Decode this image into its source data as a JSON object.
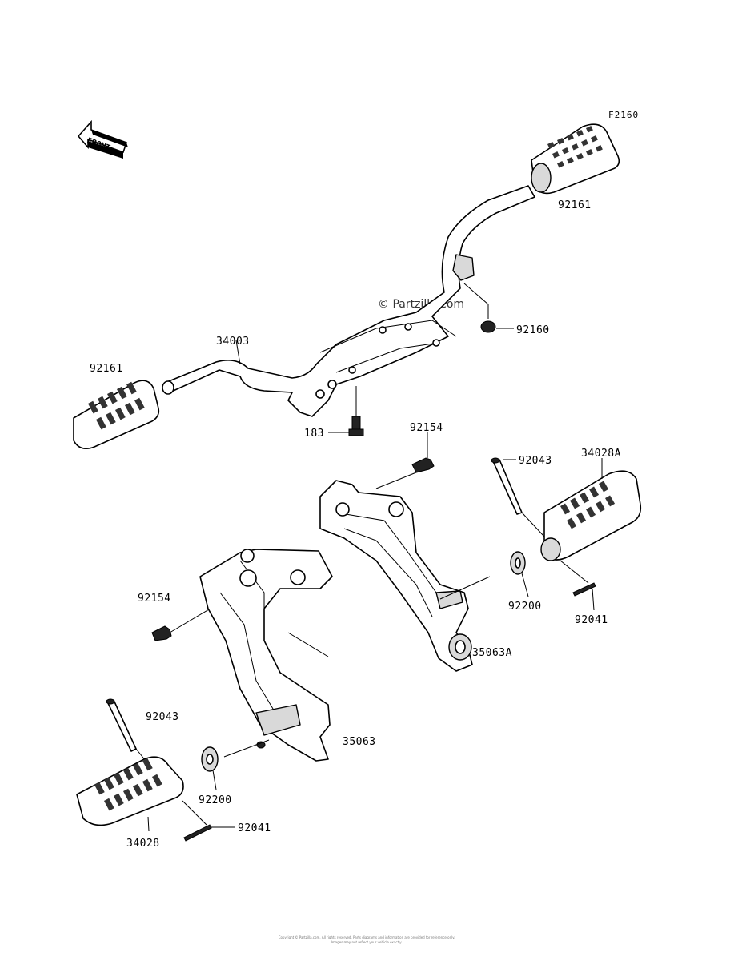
{
  "diagram_code": "F2160",
  "watermark": "© Partzilla.com",
  "front_arrow_label": "FRONT",
  "parts": {
    "step_right": "92161",
    "step_left": "92161",
    "bar": "34003",
    "rubber_damper": "92160",
    "bolt_183": "183",
    "bolt_upper": "92154",
    "bolt_lower": "92154",
    "pin_right": "92043",
    "pin_left": "92043",
    "step_assy_right": "34028A",
    "step_assy_left": "34028",
    "washer_right": "92200",
    "washer_left": "92200",
    "cotter_right": "92041",
    "cotter_left": "92041",
    "bracket_right": "35063A",
    "bracket_left": "35063"
  },
  "footer": {
    "line1": "Copyright © Partzilla.com. All rights reserved. Parts diagrams and information are provided for reference only.",
    "line2": "Images may not reflect your vehicle exactly."
  }
}
